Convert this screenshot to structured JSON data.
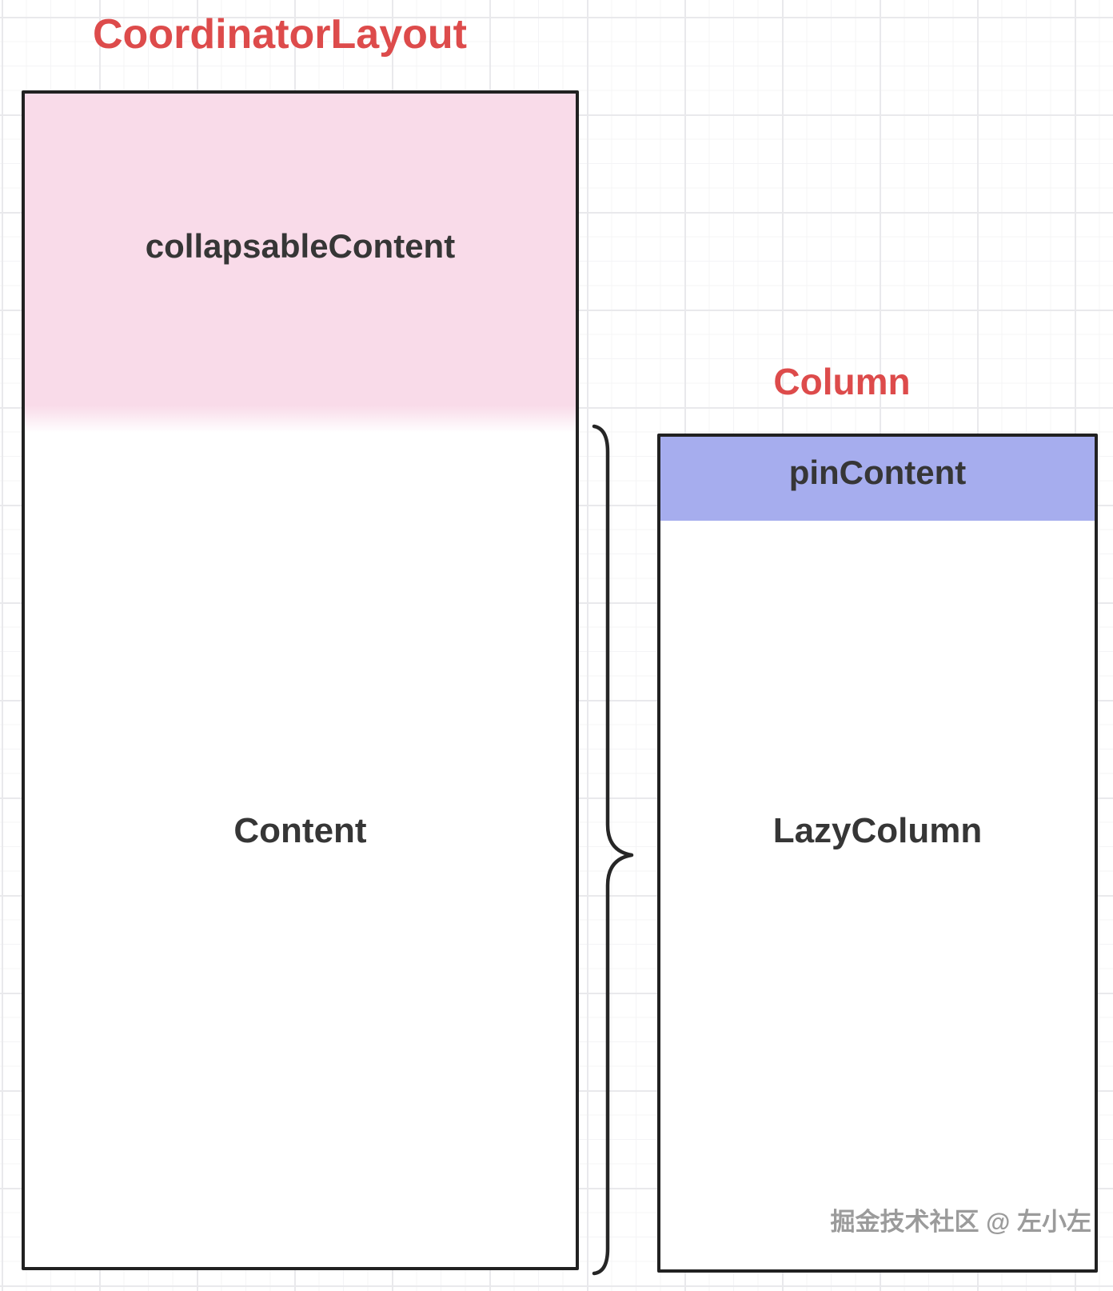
{
  "page": {
    "watermark": "掘金技术社区 @ 左小左"
  },
  "coordinator_layout": {
    "title": "CoordinatorLayout",
    "collapsable_label": "collapsableContent",
    "content_label": "Content"
  },
  "column_layout": {
    "title": "Column",
    "pin_label": "pinContent",
    "lazy_label": "LazyColumn"
  },
  "icons": {
    "brace": "right-curly-brace-icon"
  },
  "colors": {
    "accent_red": "#dd4b4b",
    "pink_fill": "#f9dbe9",
    "purple_fill": "#a6adee",
    "border_dark": "#212121",
    "text_dark": "#363636",
    "watermark_gray": "#9b9b9b",
    "grid_major": "#e9e9ec",
    "grid_minor": "#f4f4f6"
  }
}
